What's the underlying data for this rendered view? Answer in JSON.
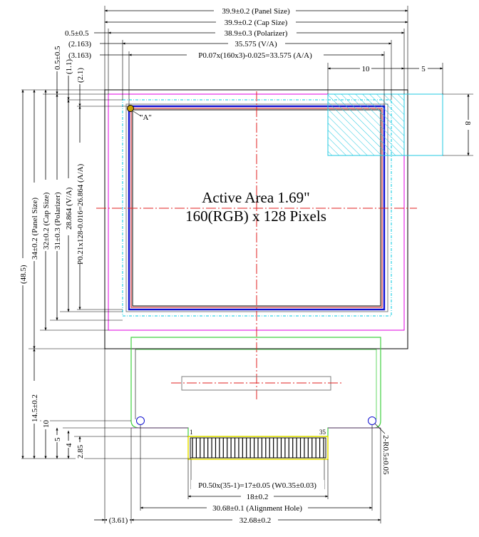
{
  "active_area": {
    "line1": "Active Area 1.69\"",
    "line2": "160(RGB) x 128 Pixels"
  },
  "marker": {
    "label": "\"A\""
  },
  "top_dims": {
    "panel_size": "39.9±0.2 (Panel Size)",
    "cap_size": "39.9±0.2 (Cap Size)",
    "polarizer_offset": "0.5±0.5",
    "polarizer": "38.9±0.3 (Polarizer)",
    "va_offset": "(2.163)",
    "va": "35.575 (V/A)",
    "aa_offset": "(3.163)",
    "aa": "P0.07x(160x3)-0.025=33.575 (A/A)",
    "hatch_width": "10",
    "hatch_gap": "5"
  },
  "left_dims": {
    "d_0_5": "0.5±0.5",
    "d_1_1": "(1.1)",
    "d_2_1": "(2.1)",
    "aa_vert": "P0.21x128-0.016=26.864 (A/A)",
    "va_vert": "28.864 (V/A)",
    "polarizer_vert": "31±0.3 (Polarizer)",
    "cap_vert": "32±0.2 (Cap Size)",
    "panel_vert": "34±0.2 (Panel Size)",
    "total_vert": "(48.5)",
    "fpc_len": "14.5±0.2",
    "d_10": "10",
    "d_5": "5",
    "d_4": "4",
    "d_2_85": "2.85"
  },
  "right_dims": {
    "hatch_height": "8",
    "radius": "2-R0.5±0.05"
  },
  "fpc": {
    "pin_first": "1",
    "pin_last": "35",
    "pitch": "P0.50x(35-1)=17±0.05 (W0.35±0.03)",
    "connector_width": "18±0.2",
    "alignment": "30.68±0.1 (Alignment Hole)",
    "offset": "(3.61)",
    "fpc_width": "32.68±0.2"
  },
  "colors": {
    "polarizer": "#e000e0",
    "cap_outline": "#00c8e0",
    "active_blue": "#1010d0",
    "active_red": "#d01010",
    "fpc_green": "#40d040",
    "centerline": "#e02020",
    "hatch": "#20c8e0",
    "yellow": "#e8e000"
  }
}
